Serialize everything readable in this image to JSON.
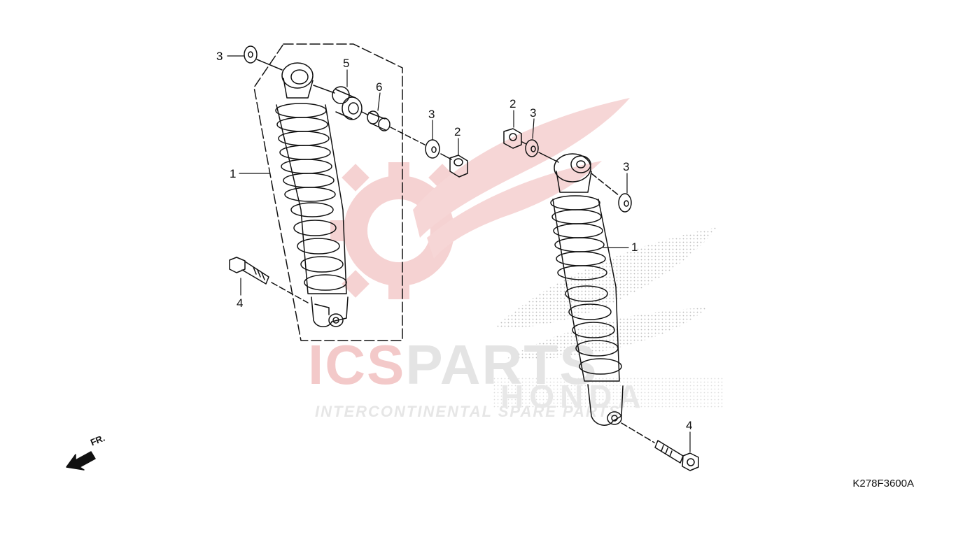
{
  "diagram": {
    "code": "K278F3600A",
    "front_arrow": "FR.",
    "labels": [
      "3",
      "5",
      "6",
      "1",
      "4",
      "3",
      "2",
      "2",
      "3",
      "3",
      "1",
      "4"
    ]
  },
  "watermark": {
    "ics": "ICS",
    "parts": "PARTS",
    "tagline": "INTERCONTINENTAL SPARE PARTS",
    "brand": "HONDA"
  },
  "colors": {
    "line": "#111111",
    "watermark_red": "#f3c9c9",
    "watermark_gray": "#e4e4e4",
    "dot_pattern": "#b8b8b8"
  }
}
